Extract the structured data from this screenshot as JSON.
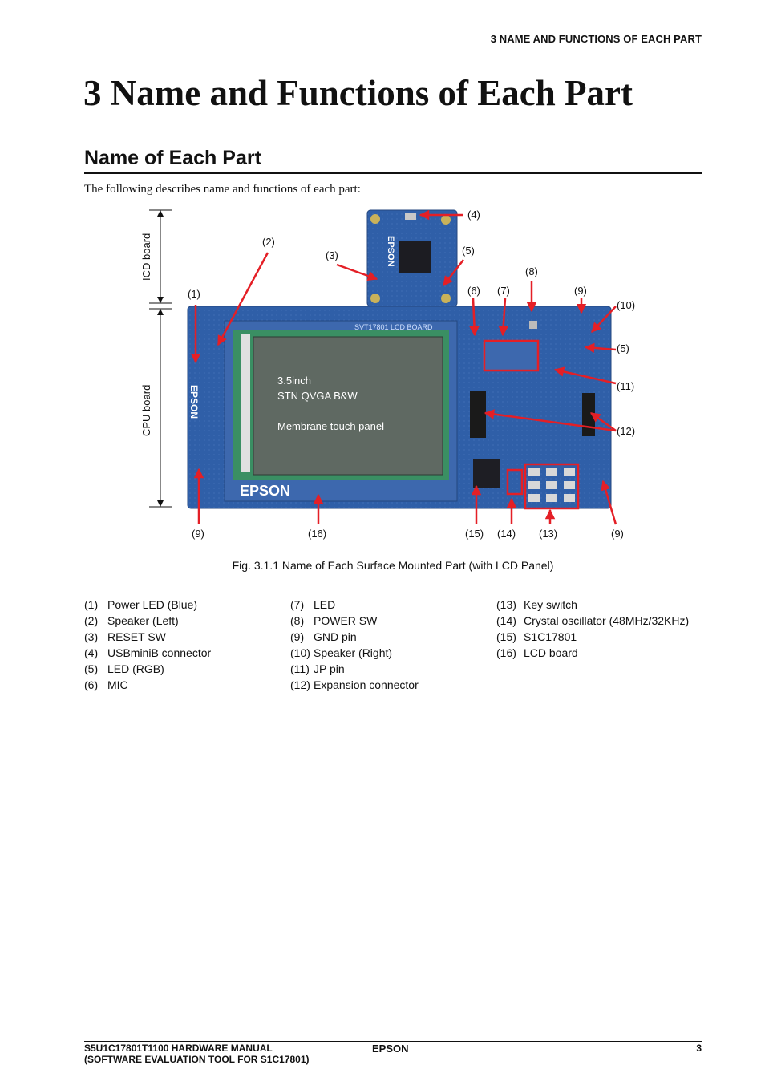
{
  "running_head": "3  NAME AND FUNCTIONS OF EACH PART",
  "chapter_title": "3  Name and Functions of Each Part",
  "section_title": "Name of Each Part",
  "intro": "The following describes name and functions of each part:",
  "figure": {
    "icd_label": "ICD board",
    "cpu_label": "CPU board",
    "lcd_text": [
      "3.5inch",
      "STN QVGA B&W",
      "Membrane touch panel"
    ],
    "board_brand": "EPSON",
    "board_silk": "SVT17801 LCD BOARD",
    "callouts": [
      "(1)",
      "(2)",
      "(3)",
      "(4)",
      "(5)",
      "(5)",
      "(6)",
      "(7)",
      "(8)",
      "(9)",
      "(10)",
      "(11)",
      "(12)",
      "(9)",
      "(16)",
      "(15)",
      "(14)",
      "(13)",
      "(9)"
    ],
    "caption": "Fig. 3.1.1  Name of Each Surface Mounted Part (with LCD Panel)"
  },
  "legend": {
    "col1": [
      {
        "num": "(1)",
        "label": "Power LED (Blue)"
      },
      {
        "num": "(2)",
        "label": "Speaker (Left)"
      },
      {
        "num": "(3)",
        "label": "RESET SW"
      },
      {
        "num": "(4)",
        "label": "USBminiB connector"
      },
      {
        "num": "(5)",
        "label": "LED (RGB)"
      },
      {
        "num": "(6)",
        "label": "MIC"
      }
    ],
    "col2": [
      {
        "num": "(7)",
        "label": "LED"
      },
      {
        "num": "(8)",
        "label": "POWER SW"
      },
      {
        "num": "(9)",
        "label": "GND pin"
      },
      {
        "num": "(10)",
        "label": "Speaker (Right)"
      },
      {
        "num": "(11)",
        "label": "JP pin"
      },
      {
        "num": "(12)",
        "label": "Expansion connector"
      }
    ],
    "col3": [
      {
        "num": "(13)",
        "label": "Key switch"
      },
      {
        "num": "(14)",
        "label": "Crystal oscillator (48MHz/32KHz)"
      },
      {
        "num": "(15)",
        "label": "S1C17801"
      },
      {
        "num": "(16)",
        "label": "LCD board"
      }
    ]
  },
  "footer": {
    "left_line1": "S5U1C17801T1100 HARDWARE MANUAL",
    "left_line2": "(SOFTWARE EVALUATION TOOL FOR S1C17801)",
    "center": "EPSON",
    "page": "3"
  },
  "colors": {
    "pcb_blue": "#2f5fa8",
    "callout_red": "#e41f26",
    "lcd_gray": "#5f6962"
  }
}
